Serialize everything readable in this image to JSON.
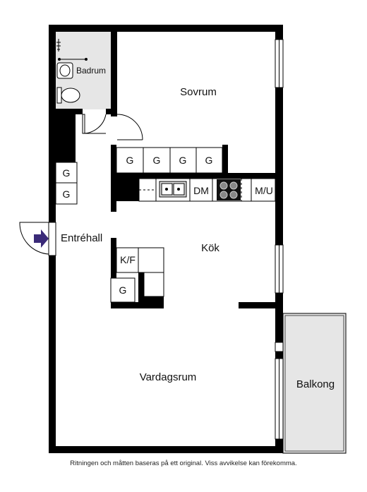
{
  "rooms": {
    "bathroom": "Badrum",
    "bedroom": "Sovrum",
    "hall": "Entréhall",
    "kitchen": "Kök",
    "living": "Vardagsrum",
    "balcony": "Balkong"
  },
  "fixtures": {
    "wardrobe": "G",
    "dishwasher": "DM",
    "microwave": "M/U",
    "fridge_freezer": "K/F"
  },
  "footer": "Ritningen och måtten baseras på ett original. Viss avvikelse kan förekomma.",
  "colors": {
    "wall": "#000000",
    "bathroom_floor": "#e6e6e6",
    "balcony_floor": "#e6e6e6",
    "entrance_arrow": "#3a2a78"
  }
}
